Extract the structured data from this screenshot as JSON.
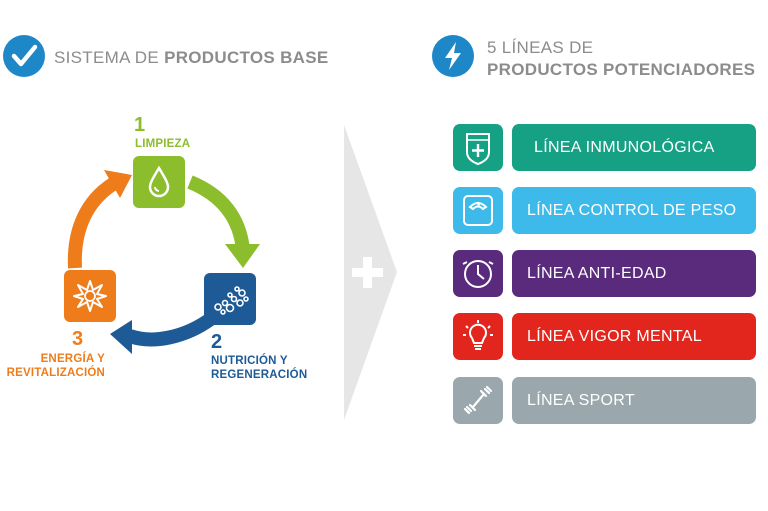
{
  "left_header": {
    "prefix": "SISTEMA DE ",
    "bold": "PRODUCTOS BASE",
    "icon": "check-icon"
  },
  "right_header": {
    "line1": "5 LÍNEAS DE",
    "line2": "PRODUCTOS POTENCIADORES",
    "icon": "lightning-icon"
  },
  "cycle": [
    {
      "num": "1",
      "label1": "LIMPIEZA",
      "label2": "",
      "color": "#8bbd2c",
      "icon": "water-drop-icon"
    },
    {
      "num": "2",
      "label1": "NUTRICIÓN Y",
      "label2": "REGENERACIÓN",
      "color": "#1d5a96",
      "icon": "bubbles-icon"
    },
    {
      "num": "3",
      "label1": "ENERGÍA Y",
      "label2": "REVITALIZACIÓN",
      "color": "#ef7c1a",
      "icon": "sun-icon"
    }
  ],
  "lines": [
    {
      "label": "LÍNEA INMUNOLÓGICA",
      "color": "#16a185",
      "icon": "shield-plus-icon"
    },
    {
      "label": "LÍNEA CONTROL DE PESO",
      "color": "#3dbaea",
      "icon": "scale-icon"
    },
    {
      "label": "LÍNEA ANTI-EDAD",
      "color": "#5a2a7c",
      "icon": "clock-icon"
    },
    {
      "label": "LÍNEA VIGOR MENTAL",
      "color": "#e3261d",
      "icon": "lightbulb-icon"
    },
    {
      "label": "LÍNEA SPORT",
      "color": "#9aa8ae",
      "icon": "dumbbell-icon"
    }
  ]
}
